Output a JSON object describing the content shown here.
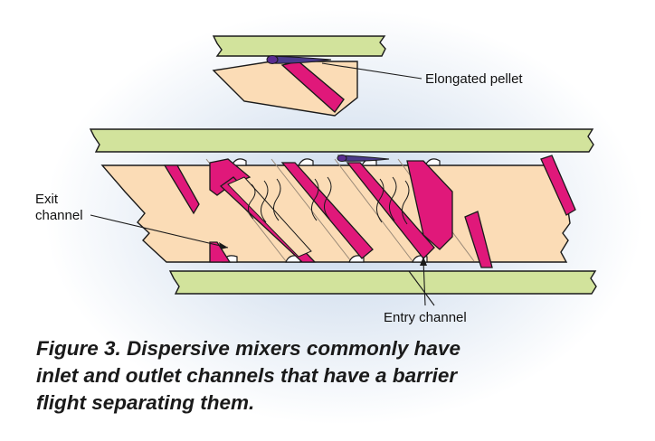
{
  "labels": {
    "elongated_pellet": "Elongated pellet",
    "exit_channel_line1": "Exit",
    "exit_channel_line2": "channel",
    "entry_channel": "Entry channel"
  },
  "caption": {
    "line1": "Figure 3. Dispersive mixers commonly have",
    "line2": "inlet and outlet channels that have a barrier",
    "line3": "flight separating them."
  },
  "colors": {
    "barrel_green": "#d2e39c",
    "screw_peach": "#fbdcb6",
    "flight_magenta": "#e0187a",
    "pellet_purple": "#5a2d91",
    "outline": "#1a1a1a"
  }
}
